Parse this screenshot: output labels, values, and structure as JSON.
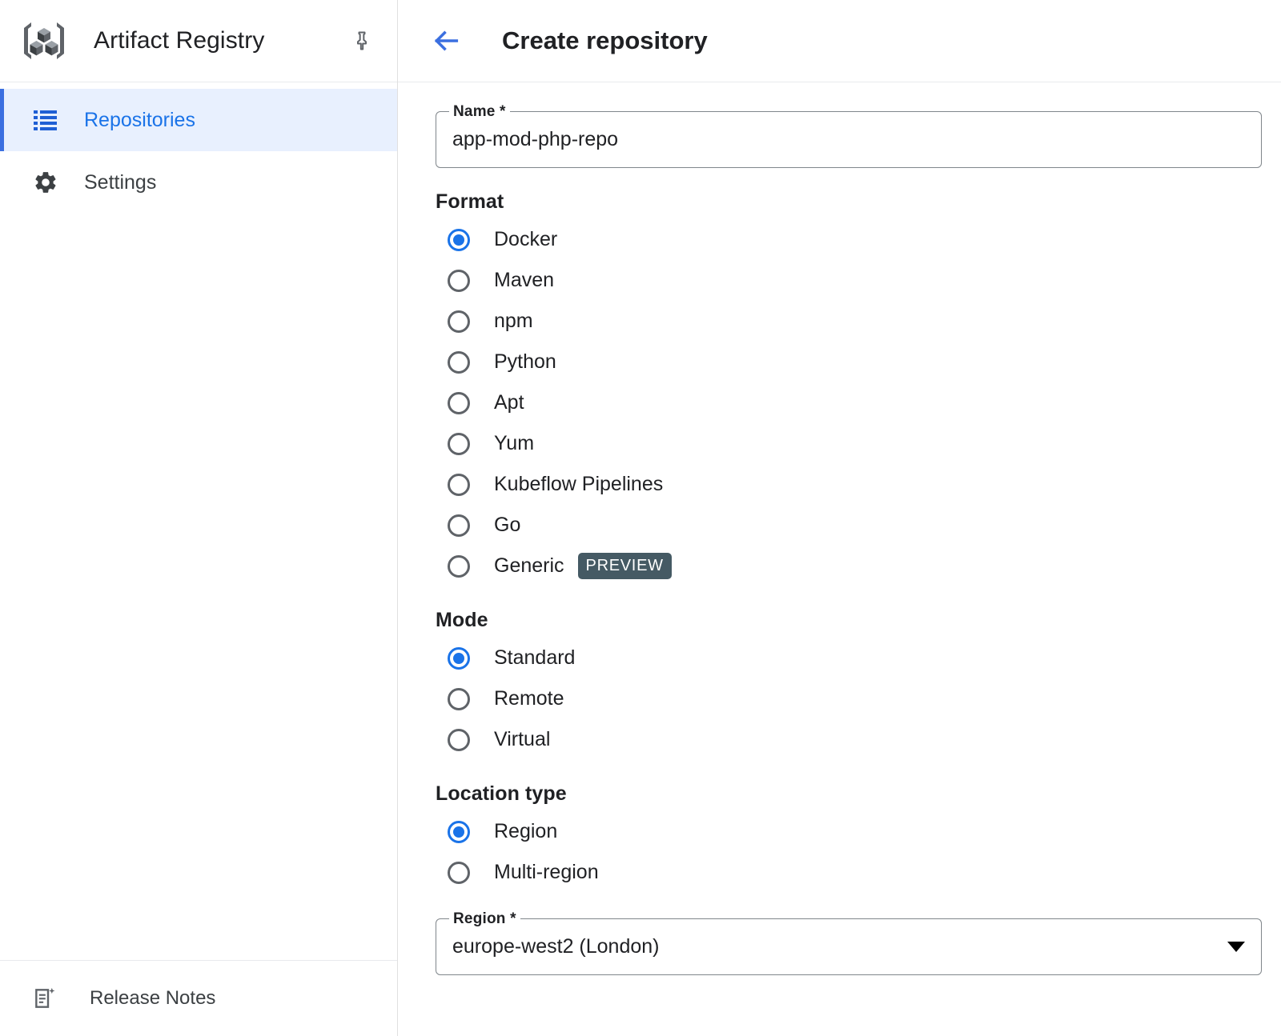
{
  "sidebar": {
    "app_title": "Artifact Registry",
    "logo_icon": "artifact-registry-logo",
    "pin_icon": "pin-icon",
    "items": [
      {
        "label": "Repositories",
        "icon": "list-icon",
        "active": true
      },
      {
        "label": "Settings",
        "icon": "gear-icon",
        "active": false
      }
    ],
    "footer": {
      "label": "Release Notes",
      "icon": "release-notes-icon"
    }
  },
  "header": {
    "back_icon": "back-arrow-icon",
    "title": "Create repository"
  },
  "form": {
    "name_field": {
      "label": "Name *",
      "value": "app-mod-php-repo"
    },
    "format": {
      "title": "Format",
      "options": [
        {
          "label": "Docker",
          "checked": true
        },
        {
          "label": "Maven",
          "checked": false
        },
        {
          "label": "npm",
          "checked": false
        },
        {
          "label": "Python",
          "checked": false
        },
        {
          "label": "Apt",
          "checked": false
        },
        {
          "label": "Yum",
          "checked": false
        },
        {
          "label": "Kubeflow Pipelines",
          "checked": false
        },
        {
          "label": "Go",
          "checked": false
        },
        {
          "label": "Generic",
          "checked": false,
          "badge": "PREVIEW"
        }
      ]
    },
    "mode": {
      "title": "Mode",
      "options": [
        {
          "label": "Standard",
          "checked": true
        },
        {
          "label": "Remote",
          "checked": false
        },
        {
          "label": "Virtual",
          "checked": false
        }
      ]
    },
    "location_type": {
      "title": "Location type",
      "options": [
        {
          "label": "Region",
          "checked": true
        },
        {
          "label": "Multi-region",
          "checked": false
        }
      ]
    },
    "region_field": {
      "label": "Region *",
      "value": "europe-west2 (London)",
      "dropdown_icon": "chevron-down-icon"
    }
  },
  "colors": {
    "accent": "#1a73e8",
    "active_nav_bg": "#e8f0fe",
    "active_nav_border": "#3b6fe0",
    "badge_bg": "#455a64",
    "text_primary": "#202124",
    "field_border": "#80868b"
  }
}
